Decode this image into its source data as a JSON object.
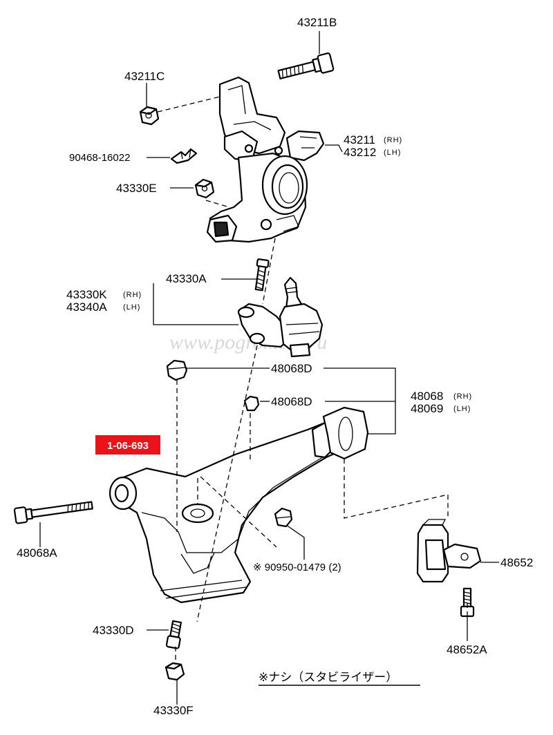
{
  "title": "Front Lower Suspension Arm & Steering Knuckle",
  "watermark": "www.pogromcar.ru",
  "badge": {
    "text": "1-06-693",
    "color": "#e8141a"
  },
  "labels": {
    "p43211B": "43211B",
    "p43211C": "43211C",
    "p43211": "43211",
    "p43212": "43212",
    "p90468": "90468-16022",
    "p43330E": "43330E",
    "p43330A": "43330A",
    "p43330K": "43330K",
    "p43340A": "43340A",
    "p48068D_1": "48068D",
    "p48068D_2": "48068D",
    "p48068": "48068",
    "p48069": "48069",
    "p48068A": "48068A",
    "p90950": "※ 90950-01479 (2)",
    "p48652": "48652",
    "p48652A": "48652A",
    "p43330D": "43330D",
    "p43330F": "43330F"
  },
  "side_marks": {
    "rh": "(RH)",
    "lh": "(LH)"
  },
  "footnote": "※ナシ（スタビライザー）"
}
